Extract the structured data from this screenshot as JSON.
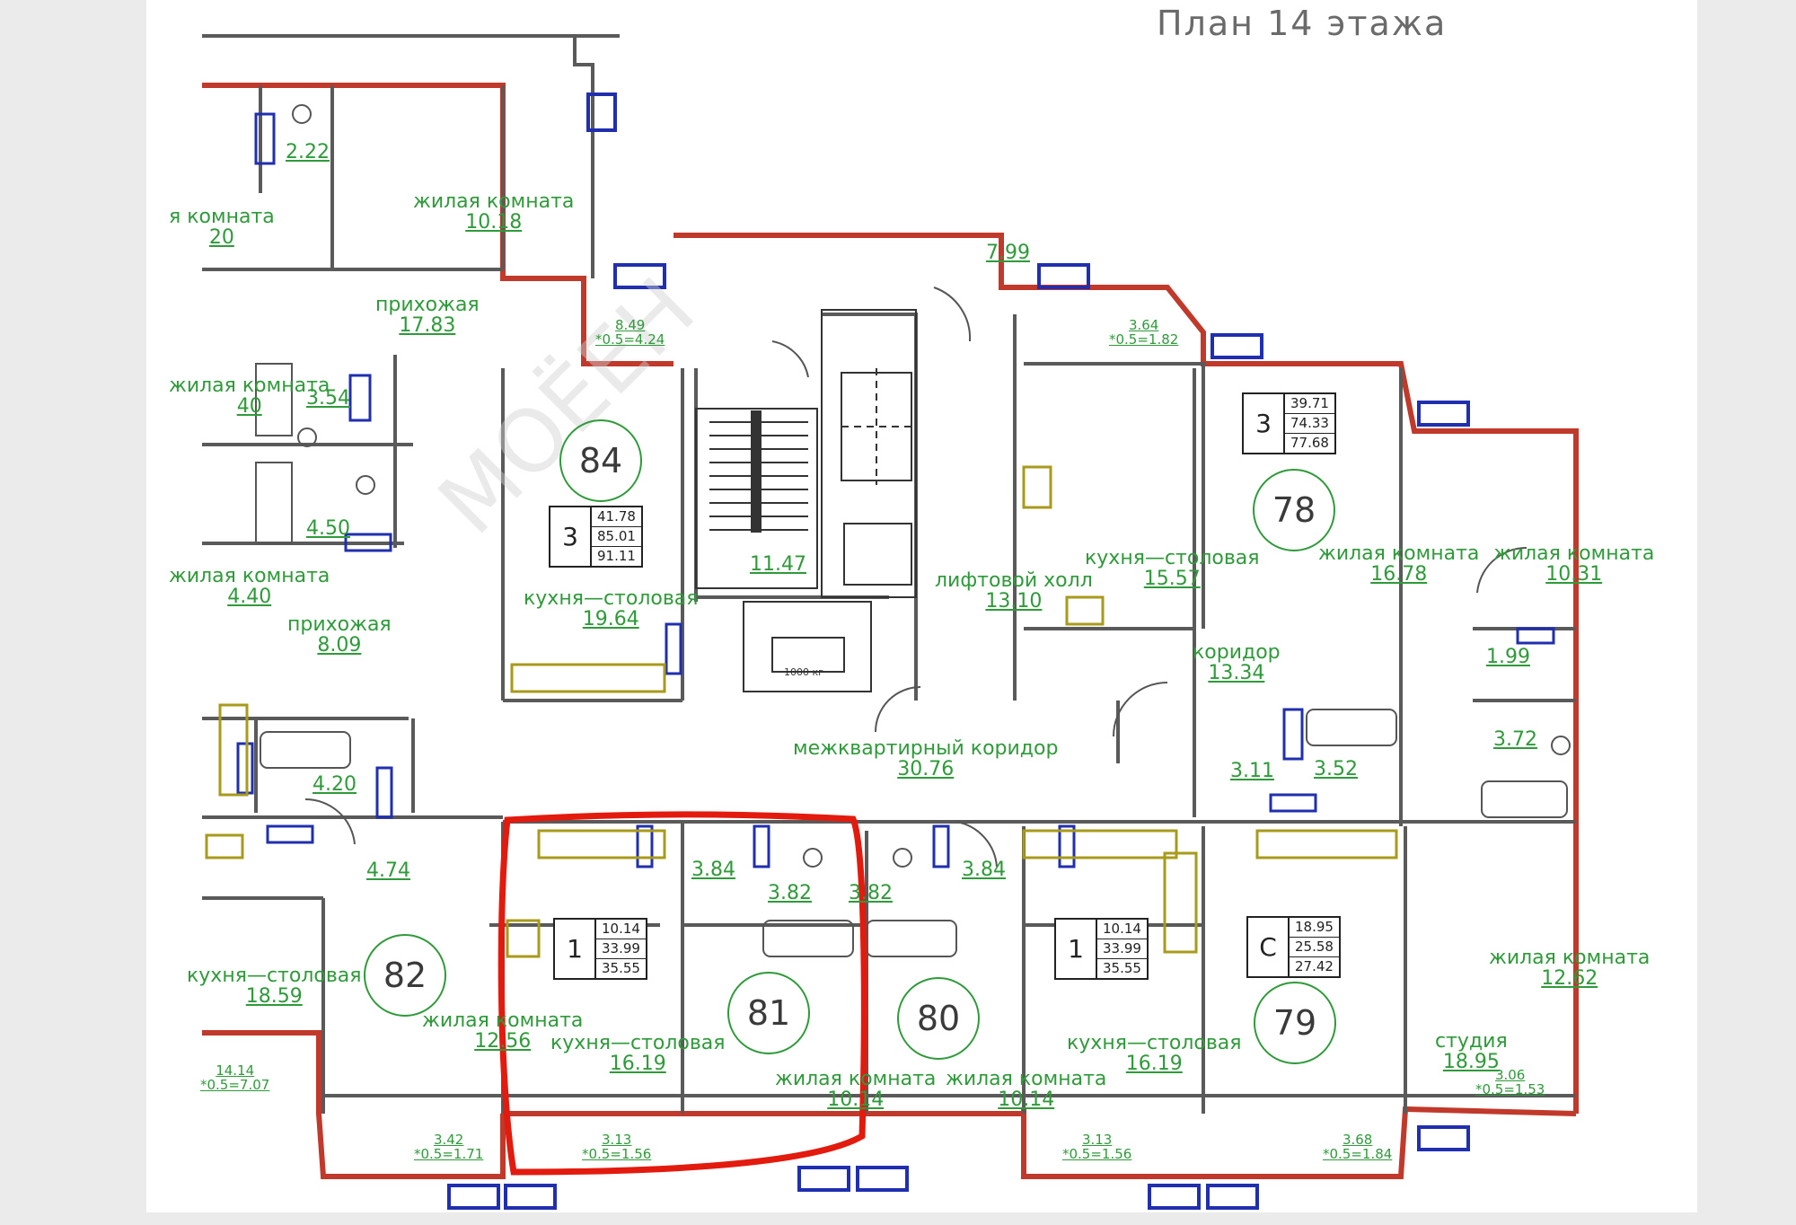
{
  "plan_title": "План 14 этажа",
  "colors": {
    "wall_outline": "#c0392b",
    "label_green": "#2f9a3a",
    "furniture_blue": "#1f2fb0",
    "highlight": "#e21b0e"
  },
  "highlighted_apartment": "81",
  "apartments": [
    {
      "number": "84",
      "rooms": "3",
      "living": "41.78",
      "total": "85.01",
      "total_with_balcony": "91.11"
    },
    {
      "number": "78",
      "rooms": "3",
      "living": "39.71",
      "total": "74.33",
      "total_with_balcony": "77.68"
    },
    {
      "number": "81",
      "rooms": "1",
      "living": "10.14",
      "total": "33.99",
      "total_with_balcony": "35.55"
    },
    {
      "number": "80",
      "rooms": "1",
      "living": "10.14",
      "total": "33.99",
      "total_with_balcony": "35.55"
    },
    {
      "number": "79",
      "rooms": "С",
      "living": "18.95",
      "total": "25.58",
      "total_with_balcony": "27.42"
    },
    {
      "number": "82"
    }
  ],
  "rooms": [
    {
      "id": "r1",
      "name": "",
      "area": "2.22"
    },
    {
      "id": "r2",
      "name": "жилая комната",
      "area": "10.18"
    },
    {
      "id": "r3",
      "name": "я комната",
      "area": "20"
    },
    {
      "id": "r4",
      "name": "прихожая",
      "area": "17.83"
    },
    {
      "id": "r5",
      "name": "",
      "area": "3.54"
    },
    {
      "id": "r6",
      "name": "жилая комната",
      "area": "40"
    },
    {
      "id": "r7",
      "name": "",
      "area": "4.50"
    },
    {
      "id": "r8",
      "name": "жилая комната",
      "area": "4.40"
    },
    {
      "id": "r9",
      "name": "прихожая",
      "area": "8.09"
    },
    {
      "id": "r10",
      "name": "",
      "area": "4.20"
    },
    {
      "id": "r11",
      "name": "",
      "area": "4.74"
    },
    {
      "id": "r12",
      "name": "кухня—столовая",
      "area": "18.59"
    },
    {
      "id": "r13",
      "name": "жилая комната",
      "area": "12.56"
    },
    {
      "id": "r14",
      "name": "",
      "area": "7.99"
    },
    {
      "id": "r15",
      "name": "кухня—столовая",
      "area": "19.64"
    },
    {
      "id": "r16",
      "name": "",
      "area": "11.47"
    },
    {
      "id": "r17",
      "name": "лифтовой холл",
      "area": "13.10"
    },
    {
      "id": "r18",
      "name": "межквартирный коридор",
      "area": "30.76"
    },
    {
      "id": "r19",
      "name": "кухня—столовая",
      "area": "15.57"
    },
    {
      "id": "r20",
      "name": "жилая комната",
      "area": "16.78"
    },
    {
      "id": "r21",
      "name": "жилая комната",
      "area": "10.31"
    },
    {
      "id": "r22",
      "name": "коридор",
      "area": "13.34"
    },
    {
      "id": "r23",
      "name": "",
      "area": "1.99"
    },
    {
      "id": "r24",
      "name": "",
      "area": "3.72"
    },
    {
      "id": "r25",
      "name": "",
      "area": "3.11"
    },
    {
      "id": "r26",
      "name": "",
      "area": "3.52"
    },
    {
      "id": "r27",
      "name": "",
      "area": "3.84"
    },
    {
      "id": "r28",
      "name": "",
      "area": "3.82"
    },
    {
      "id": "r29",
      "name": "",
      "area": "3.82"
    },
    {
      "id": "r30",
      "name": "",
      "area": "3.84"
    },
    {
      "id": "r31",
      "name": "кухня—столовая",
      "area": "16.19"
    },
    {
      "id": "r32",
      "name": "жилая комната",
      "area": "10.14"
    },
    {
      "id": "r33",
      "name": "жилая комната",
      "area": "10.14"
    },
    {
      "id": "r34",
      "name": "кухня—столовая",
      "area": "16.19"
    },
    {
      "id": "r35",
      "name": "студия",
      "area": "18.95"
    },
    {
      "id": "r36",
      "name": "жилая комната",
      "area": "12.62"
    }
  ],
  "balconies": [
    {
      "id": "b1",
      "area": "8.49",
      "formula": "*0.5=4.24"
    },
    {
      "id": "b2",
      "area": "3.64",
      "formula": "*0.5=1.82"
    },
    {
      "id": "b3",
      "area": "14.14",
      "formula": "*0.5=7.07"
    },
    {
      "id": "b4",
      "area": "3.42",
      "formula": "*0.5=1.71"
    },
    {
      "id": "b5",
      "area": "3.13",
      "formula": "*0.5=1.56"
    },
    {
      "id": "b6",
      "area": "3.13",
      "formula": "*0.5=1.56"
    },
    {
      "id": "b7",
      "area": "3.68",
      "formula": "*0.5=1.84"
    },
    {
      "id": "b8",
      "area": "3.06",
      "formula": "*0.5=1.53"
    }
  ],
  "equipment": {
    "lift_capacity": "1000 кг"
  },
  "watermark": "МОЁЕН"
}
